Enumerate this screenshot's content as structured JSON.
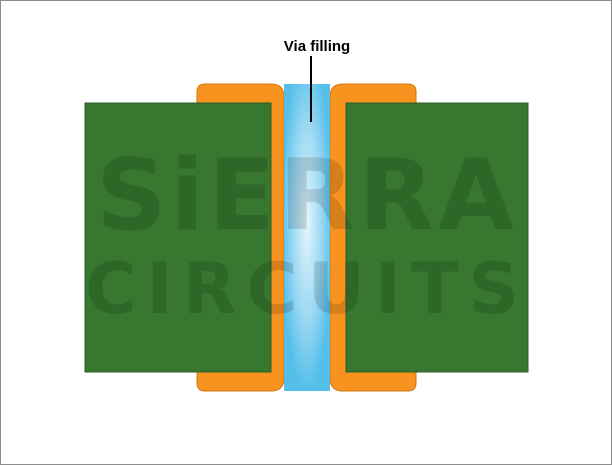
{
  "diagram": {
    "label": "Via filling",
    "watermark": {
      "line1": "SiERRA",
      "line2": "CIRCUITS"
    },
    "colors": {
      "substrate": "#377730",
      "substrate_border": "#2c5e27",
      "plating": "#f7931e",
      "plating_border": "#d27712",
      "fill_center": "#dff3fc",
      "fill_edge": "#5ec3ec",
      "border": "#8c8c8c",
      "leader": "#000000"
    }
  }
}
